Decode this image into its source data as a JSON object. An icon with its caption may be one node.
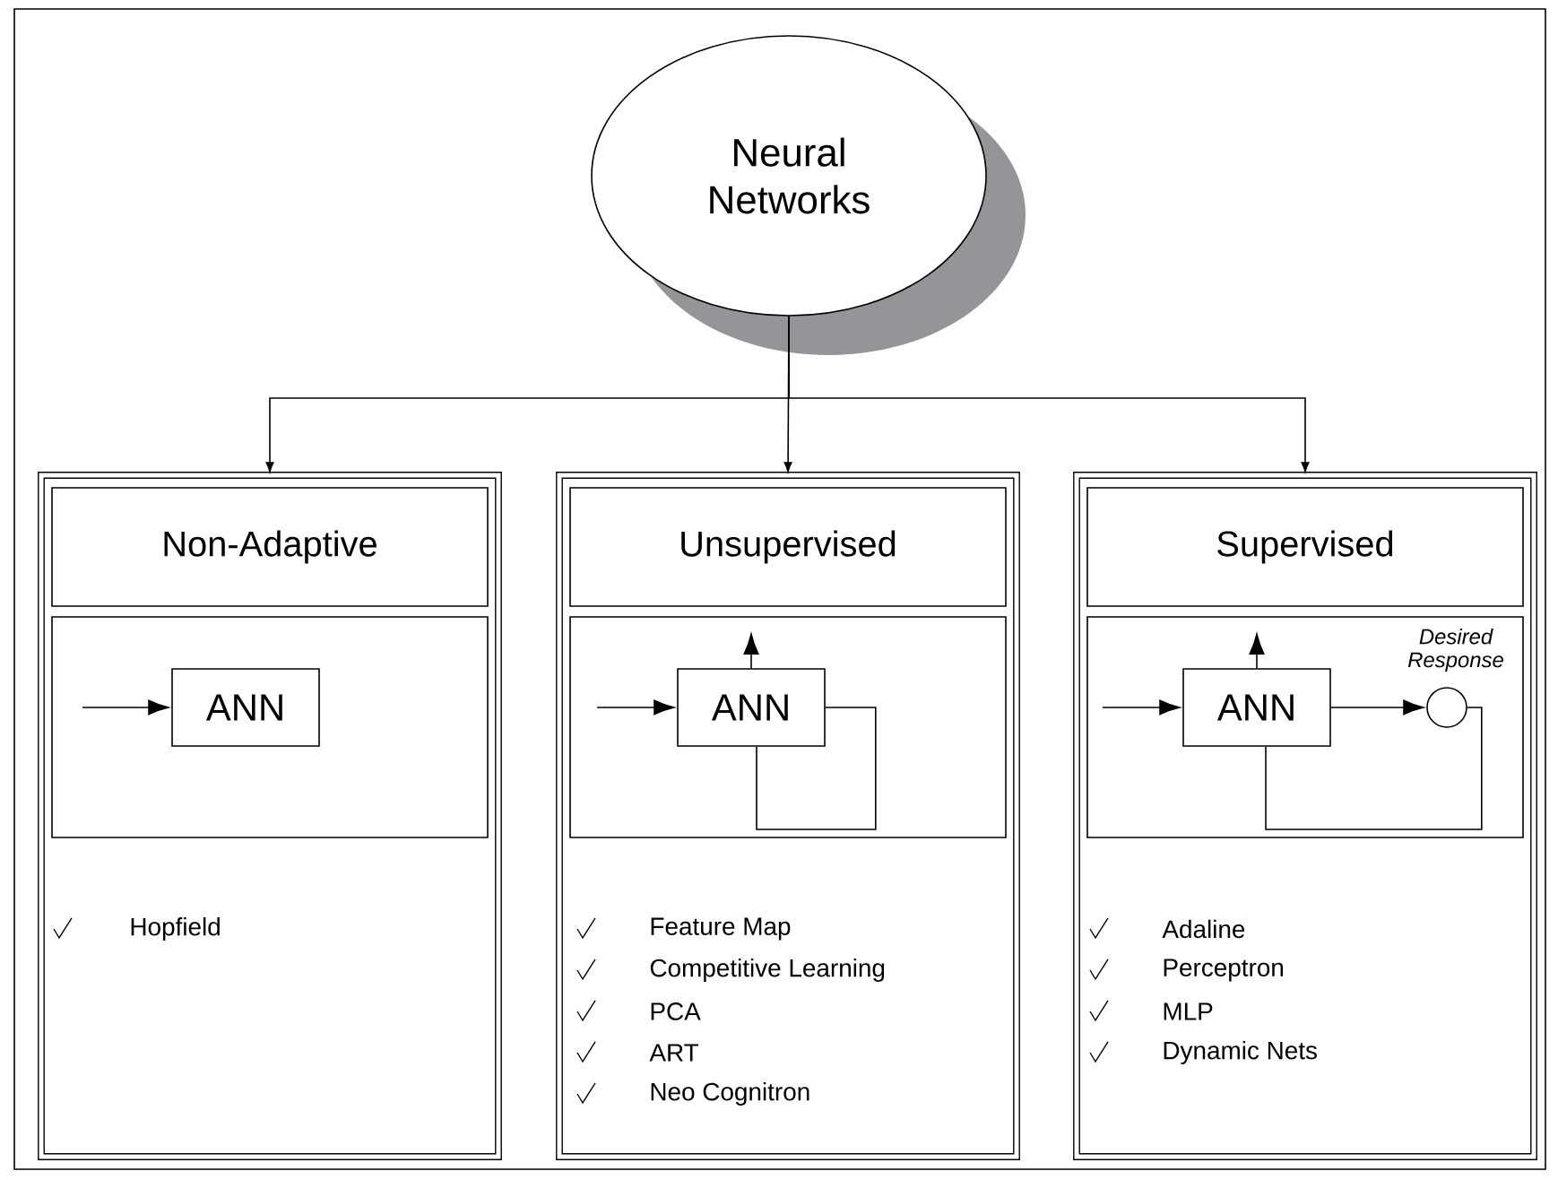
{
  "diagram": {
    "nodes": [
      {
        "text": [
          "Neural Networks"
        ]
      },
      {
        "text": [],
        "shape": "box"
      },
      {
        "text": [
          "Non-Adaptive"
        ],
        "in": 1
      },
      {
        "text": [],
        "shape": "box",
        "in": 1
      },
      {
        "text": [
          "ANN"
        ],
        "in": 3
      },
      {
        "text": [],
        "shape": "box"
      },
      {
        "text": [
          "Unsupervised"
        ],
        "in": 5
      },
      {
        "text": [],
        "shape": "box",
        "in": 5
      },
      {
        "text": [
          "ANN"
        ],
        "in": 7
      },
      {
        "text": [],
        "shape": "box"
      },
      {
        "text": [
          "Supervised"
        ],
        "in": 9
      },
      {
        "text": [],
        "shape": "box",
        "in": 9
      },
      {
        "text": [
          "ANN"
        ],
        "in": 11
      },
      {
        "text": [],
        "shape": "circle",
        "in": 11,
        "beside": [
          "Desired Response"
        ]
      }
    ],
    "edges": [
      {
        "from": 0,
        "to": 1,
        "arrow": "to"
      },
      {
        "from": 0,
        "to": 5,
        "arrow": "to"
      },
      {
        "from": 0,
        "to": 9,
        "arrow": "to"
      },
      {
        "from": null,
        "to": 4,
        "arrow": "to"
      },
      {
        "from": null,
        "to": 8,
        "arrow": "to"
      },
      {
        "from": 8,
        "to": null,
        "arrow": "to"
      },
      {
        "from": 8,
        "to": 8,
        "arrow": "none"
      },
      {
        "from": null,
        "to": 12,
        "arrow": "to"
      },
      {
        "from": 12,
        "to": null,
        "arrow": "to"
      },
      {
        "from": 12,
        "to": 13,
        "arrow": "to"
      },
      {
        "from": 13,
        "to": 12,
        "arrow": "none"
      }
    ],
    "labels": [
      "Hopfield",
      "Feature Map",
      "Competitive Learning",
      "PCA",
      "ART",
      "Neo Cognitron",
      "Adaline",
      "Perceptron",
      "MLP",
      "Dynamic Nets"
    ]
  }
}
